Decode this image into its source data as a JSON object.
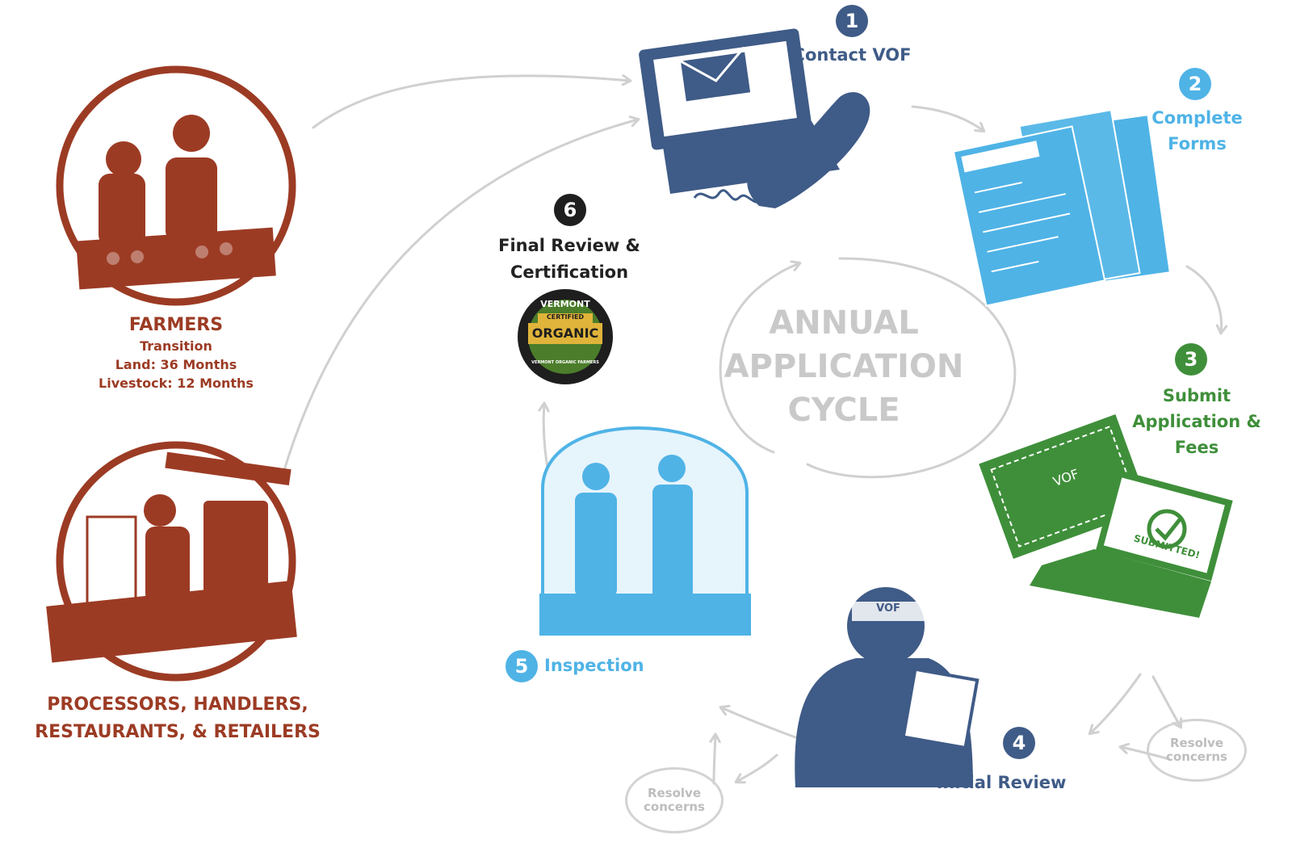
{
  "audiences": {
    "farmers": {
      "title": "FARMERS",
      "line1": "Transition",
      "line2": "Land: 36 Months",
      "line3": "Livestock: 12 Months"
    },
    "processors": {
      "line1": "PROCESSORS, HANDLERS,",
      "line2": "RESTAURANTS, & RETAILERS"
    }
  },
  "cycle": {
    "label": "ANNUAL\nAPPLICATION\nCYCLE"
  },
  "steps": [
    {
      "number": "1",
      "label": "Contact VOF",
      "color": "#3f5b87"
    },
    {
      "number": "2",
      "label": "Complete\nForms",
      "color": "#4fb3e6"
    },
    {
      "number": "3",
      "label": "Submit\nApplication &\nFees",
      "color": "#3f8f3a"
    },
    {
      "number": "4",
      "label": "Initial Review",
      "color": "#3f5b87"
    },
    {
      "number": "5",
      "label": "Inspection",
      "color": "#4fb3e6"
    },
    {
      "number": "6",
      "label": "Final Review &\nCertification",
      "color": "#222222"
    }
  ],
  "resolve": {
    "left": "Resolve\nconcerns",
    "right": "Resolve\nconcerns"
  },
  "illustration_text": {
    "envelope": "VOF",
    "laptop": "SUBMITTED!",
    "cap": "VOF"
  },
  "seal": {
    "top": "VERMONT",
    "middle1": "CERTIFIED",
    "middle2": "ORGANIC",
    "bottom": "VERMONT ORGANIC FARMERS"
  },
  "colors": {
    "rust": "#9c3b24",
    "navy": "#3f5b87",
    "sky": "#4fb3e6",
    "green": "#3f8f3a",
    "arrow": "#d0d0d0"
  }
}
